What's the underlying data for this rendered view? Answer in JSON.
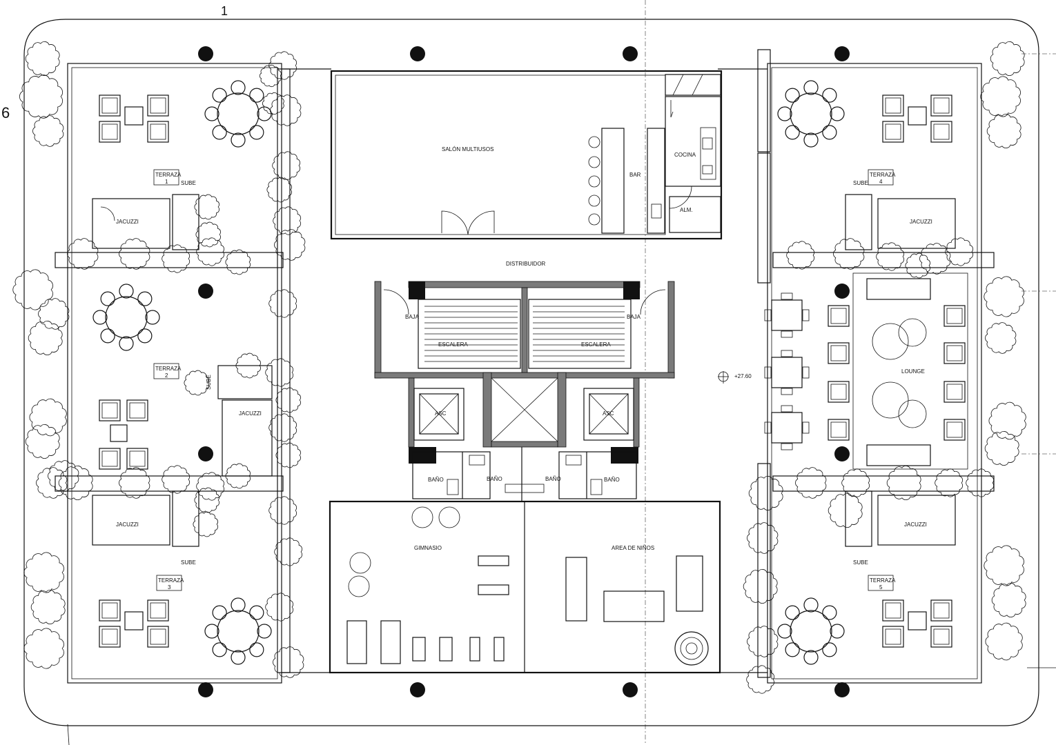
{
  "labels": {
    "salon": "SALÓN MULTIUSOS",
    "bar": "BAR",
    "cocina": "COCINA",
    "alm": "ALM.",
    "distribuidor": "DISTRIBUIDOR",
    "baja_left": "BAJA",
    "baja_right": "BAJA",
    "escalera_left": "ESCALERA",
    "escalera_right": "ESCALERA",
    "asc_left": "ASC",
    "asc_right": "ASC",
    "bano_1": "BAÑO",
    "bano_2": "BAÑO",
    "bano_3": "BAÑO",
    "bano_4": "BAÑO",
    "gimnasio": "GIMNASIO",
    "area_ninos": "AREA DE NIÑOS",
    "lounge": "LOUNGE",
    "level": "+27.60",
    "jacuzzi_1": "JACUZZI",
    "jacuzzi_2": "JACUZZI",
    "jacuzzi_3": "JACUZZI",
    "jacuzzi_4": "JACUZZI",
    "jacuzzi_5": "JACUZZI",
    "sube_1": "SUBE",
    "sube_2": "SUBE",
    "sube_3": "SUBE",
    "sube_4": "SUBE",
    "sube_5": "SUBE",
    "grid_6": "6",
    "grid_top": "1"
  },
  "terrazas": [
    {
      "word": "TERRAZA",
      "num": "1"
    },
    {
      "word": "TERRAZA",
      "num": "2"
    },
    {
      "word": "TERRAZA",
      "num": "3"
    },
    {
      "word": "TERRAZA",
      "num": "4"
    },
    {
      "word": "TERRAZA",
      "num": "5"
    }
  ],
  "colors": {
    "line": "#111111",
    "wall_fill": "#7a7a7a",
    "background": "#ffffff"
  }
}
